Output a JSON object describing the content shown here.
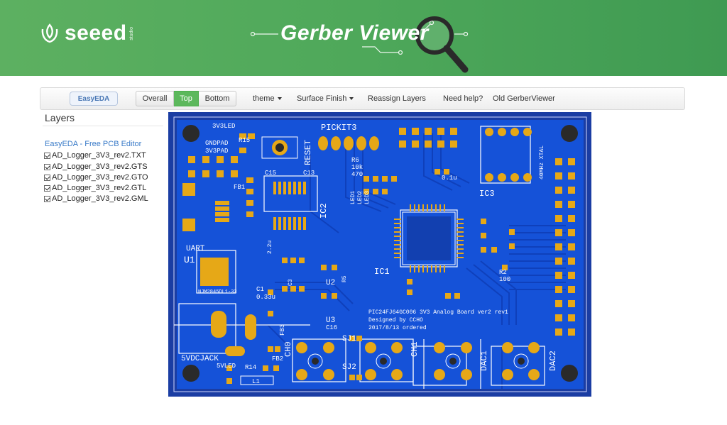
{
  "header": {
    "brand": "seeed",
    "brand_sub": "studio",
    "title": "Gerber Viewer",
    "bg_color": "#4fa65a"
  },
  "toolbar": {
    "logo_text": "EasyEDA",
    "view_buttons": [
      {
        "label": "Overall",
        "active": false
      },
      {
        "label": "Top",
        "active": true
      },
      {
        "label": "Bottom",
        "active": false
      }
    ],
    "menus": [
      {
        "label": "theme",
        "dropdown": true
      },
      {
        "label": "Surface Finish",
        "dropdown": true
      },
      {
        "label": "Reassign Layers",
        "dropdown": false
      },
      {
        "label": "Need help?",
        "dropdown": false
      },
      {
        "label": "Old GerberViewer",
        "dropdown": false
      }
    ],
    "active_color": "#5cb85c"
  },
  "layers": {
    "title": "Layers",
    "editor_link": "EasyEDA - Free PCB Editor",
    "files": [
      {
        "name": "AD_Logger_3V3_rev2.TXT",
        "checked": true
      },
      {
        "name": "AD_Logger_3V3_rev2.GTS",
        "checked": true
      },
      {
        "name": "AD_Logger_3V3_rev2.GTO",
        "checked": true
      },
      {
        "name": "AD_Logger_3V3_rev2.GTL",
        "checked": true
      },
      {
        "name": "AD_Logger_3V3_rev2.GML",
        "checked": true
      }
    ]
  },
  "board": {
    "silk": {
      "pickit": "PICKIT3",
      "reset": "RESET",
      "ic1": "IC1",
      "ic2": "IC2",
      "ic3": "IC3",
      "u1": "U1",
      "u2": "U2",
      "u3": "U3",
      "uart": "UART",
      "led3v3": "3V3LED",
      "gndpad": "GNDPAD",
      "pad3v3": "3V3PAD",
      "vdcjack": "5VDCJACK",
      "led5v": "5VLED",
      "ch0": "CH0",
      "ch1": "CH1",
      "dac1": "DAC1",
      "dac2": "DAC2",
      "sj1": "SJ1",
      "sj2": "SJ2",
      "l1": "L1",
      "fb1": "FB1",
      "fb2": "FB2",
      "fb3": "FB3",
      "xtal": "40MHz XTAL",
      "nj": "NJM2845DL1-33",
      "r15": "R15",
      "r14": "R14",
      "r2": "R2",
      "c15": "C15",
      "c13": "C13",
      "c1": "C1",
      "c3": "C3",
      "c16": "C16",
      "led1": "LED1",
      "led2": "LED2",
      "led3": "LED3",
      "r5": "R5",
      "r6": "R6",
      "val_10k": "10k",
      "val_470": "470",
      "val_01u": "0.1u",
      "val_22u": "2.2u",
      "val_033u": "0.33u",
      "val_100": "100",
      "line1": "PIC24FJ64GC006 3V3 Analog Board ver2 rev1",
      "line2": "Designed by CCHO",
      "line3": "2017/8/13 ordered"
    },
    "colors": {
      "substrate": "#1b3da3",
      "copper": "#1552d8",
      "pad": "#e6a817",
      "silk": "#ffffff"
    }
  }
}
